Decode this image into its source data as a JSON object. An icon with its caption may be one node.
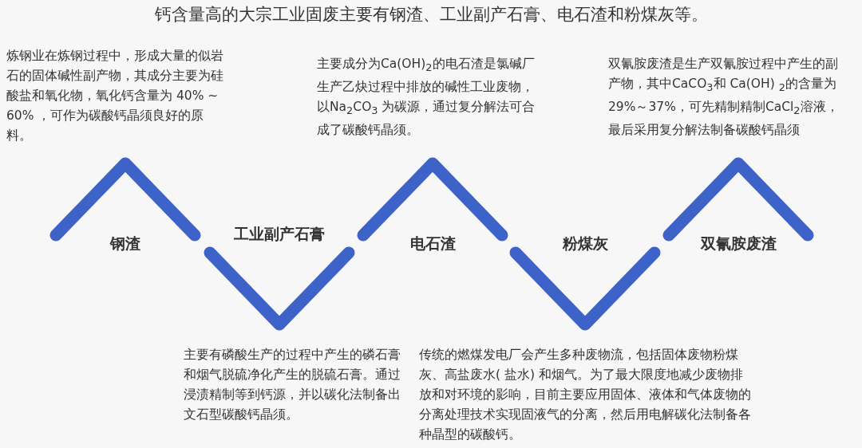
{
  "diagram": {
    "title": "钙含量高的大宗工业固废主要有钢渣、工业副产石膏、电石渣和粉煤灰等。",
    "nodes": [
      {
        "text": [
          "钢渣"
        ],
        "beside": [
          "炼钢业在炼钢过程中，形成大量的似岩石的固体碱性副产物，其成分主要为硅酸盐和氧化物，氧化钙含量为 40% ~ 60% ，可作为碳酸钙晶须良好的原料。"
        ]
      },
      {
        "text": [
          "工业副产石膏"
        ],
        "beside": [
          "主要有磷酸生产的过程中产生的磷石膏和烟气脱硫净化产生的脱硫石膏。通过浸渍精制等到钙源，并以碳化法制备出文石型碳酸钙晶须。"
        ]
      },
      {
        "text": [
          "电石渣"
        ],
        "beside": [
          "主要成分为Ca(OH)$_{2}$的电石渣是氯碱厂生产乙炔过程中排放的碱性工业废物，以Na$_{2}$CO$_{3}$ 为碳源，通过复分解法可合成了碳酸钙晶须。"
        ]
      },
      {
        "text": [
          "粉煤灰"
        ],
        "beside": [
          "传统的燃煤发电厂会产生多种废物流，包括固体废物粉煤灰、高盐废水( 盐水) 和烟气。为了最大限度地减少废物排放和对环境的影响，目前主要应用固体、液体和气体废物的分离处理技术实现固液气的分离，然后用电解碳化法制备各种晶型的碳酸钙。"
        ]
      },
      {
        "text": [
          "双氰胺废渣"
        ],
        "beside": [
          "双氰胺废渣是生产双氰胺过程中产生的副产物，其中CaCO$_{3}$和 Ca(OH) $_{2}$的含量为 29%～37%，可先精制精制CaCl$_{2}$溶液，最后采用复分解法制备碳酸钙晶须"
        ]
      }
    ]
  }
}
